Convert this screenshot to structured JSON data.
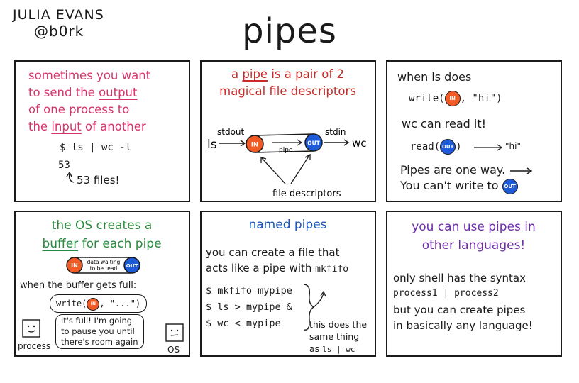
{
  "author": {
    "line1": "JULIA EVANS",
    "line2": "@b0rk"
  },
  "title": "pipes",
  "tokens": {
    "in": "IN",
    "out": "OUT"
  },
  "panel1": {
    "heading_l1": "sometimes you want",
    "heading_l2a": "to send the ",
    "heading_l2b": "output",
    "heading_l3": "of one process to",
    "heading_l4a": "the ",
    "heading_l4b": "input",
    "heading_l4c": " of another",
    "command": "$ ls | wc -l",
    "result": "53",
    "annotation": "53 files!"
  },
  "panel2": {
    "heading_l1a": "a ",
    "heading_l1b": "pipe",
    "heading_l1c": " is a pair of 2",
    "heading_l2": "magical file descriptors",
    "ls": "ls",
    "stdout": "stdout",
    "stdin": "stdin",
    "pipe": "pipe",
    "wc": "wc",
    "file_descriptors": "file descriptors"
  },
  "panel3": {
    "when": "when ls does",
    "write_a": "write(",
    "write_b": ", \"hi\")",
    "wc_read": "wc can read it!",
    "read_a": "read(",
    "read_b": ")",
    "hi": "\"hi\"",
    "oneway_l1": "Pipes are one way.",
    "oneway_l2": "You can't write to"
  },
  "panel4": {
    "heading_l1": "the OS creates a",
    "heading_l2a": "buffer",
    "heading_l2b": " for each pipe",
    "waiting_l1": "data waiting",
    "waiting_l2": "to be read",
    "buffer_full": "when the buffer gets full:",
    "write_a": "write(",
    "write_b": ", \"...\")",
    "os_msg_l1": "it's full! I'm going",
    "os_msg_l2": "to pause you until",
    "os_msg_l3": "there's room again",
    "process": "process",
    "os": "OS"
  },
  "panel5": {
    "heading": "named pipes",
    "desc_l1": "you can create a file that",
    "desc_l2a": "acts like a pipe with ",
    "desc_l2b": "mkfifo",
    "cmd1": "$ mkfifo mypipe",
    "cmd2": "$ ls > mypipe &",
    "cmd3": "$ wc < mypipe",
    "note_l1": "this does the",
    "note_l2": "same thing",
    "note_l3a": "as ",
    "note_l3b": "ls | wc"
  },
  "panel6": {
    "heading_l1": "you can use pipes in",
    "heading_l2": "other languages!",
    "only_shell": "only shell has the syntax",
    "syntax": "process1 | process2",
    "but_l1": "but you can create pipes",
    "but_l2": "in basically any language!"
  },
  "colors": {
    "in_orange": "#f15a24",
    "out_blue": "#1f5bd8",
    "pink": "#d6336c",
    "red": "#c92a2a",
    "green": "#2b8a3e",
    "blue": "#1c55b6",
    "purple": "#6f2da8"
  }
}
